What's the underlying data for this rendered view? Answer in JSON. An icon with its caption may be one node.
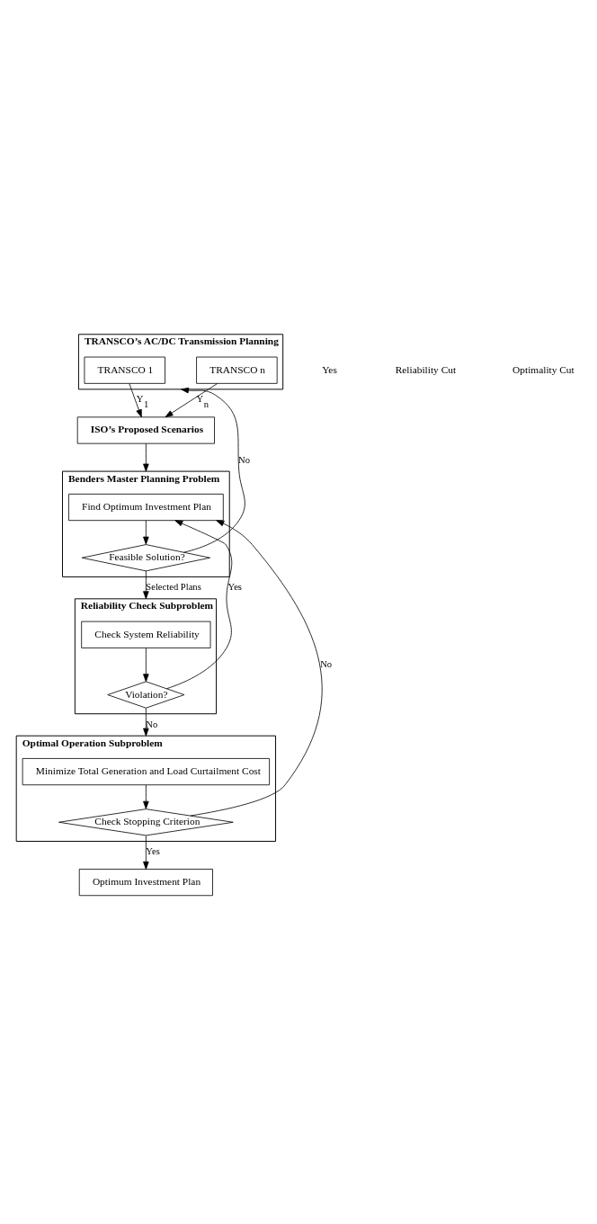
{
  "diagram": {
    "nodes": [
      {
        "text": [
          "TRANSCO’s AC/DC Transmission Planning"
        ]
      },
      {
        "text": [
          "TRANSCO 1"
        ],
        "in": 0
      },
      {
        "text": [
          "TRANSCO n"
        ],
        "in": 0
      },
      {
        "text": [
          "ISO’s Proposed Scenarios"
        ]
      },
      {
        "text": [
          "Benders Master Planning Problem"
        ]
      },
      {
        "text": [
          "Find Optimum Investment Plan"
        ],
        "in": 4
      },
      {
        "text": [
          "Feasible Solution?"
        ],
        "in": 4
      },
      {
        "text": [
          "Reliability Check Subproblem"
        ]
      },
      {
        "text": [
          "Check System Reliability"
        ],
        "in": 7
      },
      {
        "text": [
          "Violation?"
        ],
        "in": 7
      },
      {
        "text": [
          "Optimal Operation Subproblem"
        ]
      },
      {
        "text": [
          "Minimize Total Generation and Load Curtailment Cost"
        ],
        "in": 10
      },
      {
        "text": [
          "Check Stopping Criterion"
        ],
        "in": 10
      },
      {
        "text": [
          "Optimum Investment Plan"
        ]
      }
    ],
    "edges": [
      {
        "from": 1,
        "to": 3,
        "arrow": "to",
        "label": "Y$_{1}$"
      },
      {
        "from": 2,
        "to": 3,
        "arrow": "to",
        "label": "Y$_{n}$"
      },
      {
        "from": 3,
        "to": 4,
        "arrow": "to"
      },
      {
        "from": 5,
        "to": 6,
        "arrow": "to"
      },
      {
        "from": 6,
        "to": 0,
        "arrow": "to",
        "label": "No"
      },
      {
        "from": 6,
        "to": 7,
        "arrow": "to",
        "label": "Selected Plans"
      },
      {
        "from": 8,
        "to": 9,
        "arrow": "to"
      },
      {
        "from": 9,
        "to": 5,
        "arrow": "to",
        "label": "Yes"
      },
      {
        "from": 9,
        "to": 10,
        "arrow": "to",
        "label": "No"
      },
      {
        "from": 11,
        "to": 12,
        "arrow": "to"
      },
      {
        "from": 12,
        "to": 5,
        "arrow": "to",
        "label": "No"
      },
      {
        "from": 12,
        "to": 13,
        "arrow": "to",
        "label": "Yes"
      }
    ],
    "labels": [
      "Yes",
      "Reliability Cut",
      "Optimality Cut"
    ]
  }
}
